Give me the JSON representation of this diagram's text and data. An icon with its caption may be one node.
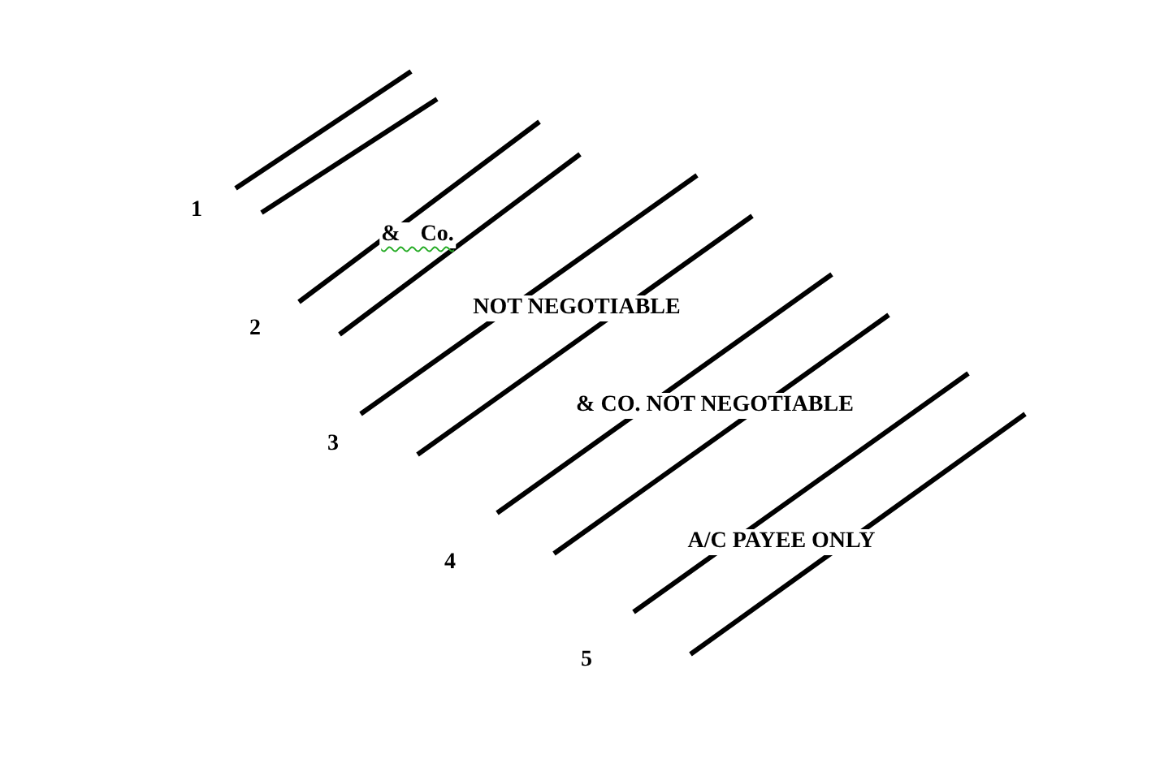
{
  "diagram": {
    "labels": [
      "1",
      "& Co.",
      "NOT NEGOTIABLE",
      "2",
      "& CO. NOT NEGOTIABLE",
      "3",
      "A/C PAYEE ONLY",
      "4",
      "5"
    ]
  }
}
